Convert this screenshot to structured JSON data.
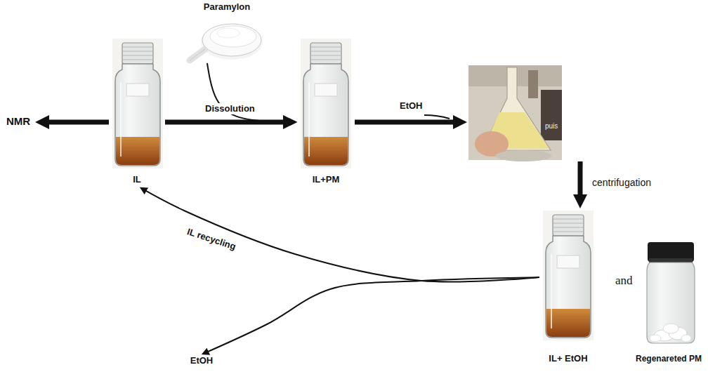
{
  "diagram": {
    "nodes": [
      {
        "text": [
          "Paramylon"
        ]
      },
      {
        "text": [
          "NMR"
        ]
      },
      {
        "text": [
          "IL"
        ]
      },
      {
        "text": [
          "IL+PM"
        ]
      },
      {
        "text": [
          "puis"
        ]
      },
      {
        "text": [
          "IL+ EtOH"
        ]
      },
      {
        "text": [
          "Regenareted PM"
        ]
      },
      {
        "text": [
          "EtOH"
        ]
      }
    ],
    "edges": [
      {
        "from": 2,
        "to": 1,
        "arrow": "to"
      },
      {
        "from": 2,
        "to": 3,
        "label": "Dissolution",
        "arrow": "to"
      },
      {
        "from": 0,
        "to": 3,
        "arrow": "to"
      },
      {
        "from": 3,
        "to": 4,
        "label": "EtOH",
        "arrow": "to"
      },
      {
        "from": 4,
        "to": 5,
        "label": "centrifugation",
        "arrow": "to"
      },
      {
        "from": 5,
        "to": 2,
        "label": "IL recycling",
        "arrow": "to"
      },
      {
        "from": 5,
        "to": 7,
        "arrow": "to"
      }
    ],
    "labels": [
      "and"
    ]
  }
}
